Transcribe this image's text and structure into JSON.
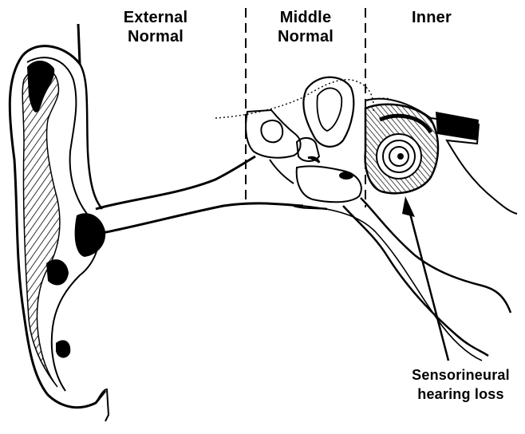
{
  "regions": {
    "external": {
      "line1": "External",
      "line2": "Normal"
    },
    "middle": {
      "line1": "Middle",
      "line2": "Normal"
    },
    "inner": {
      "line1": "Inner"
    }
  },
  "callout": {
    "line1": "Sensorineural",
    "line2": "hearing loss"
  },
  "colors": {
    "ink": "#000000",
    "paper": "#ffffff"
  }
}
